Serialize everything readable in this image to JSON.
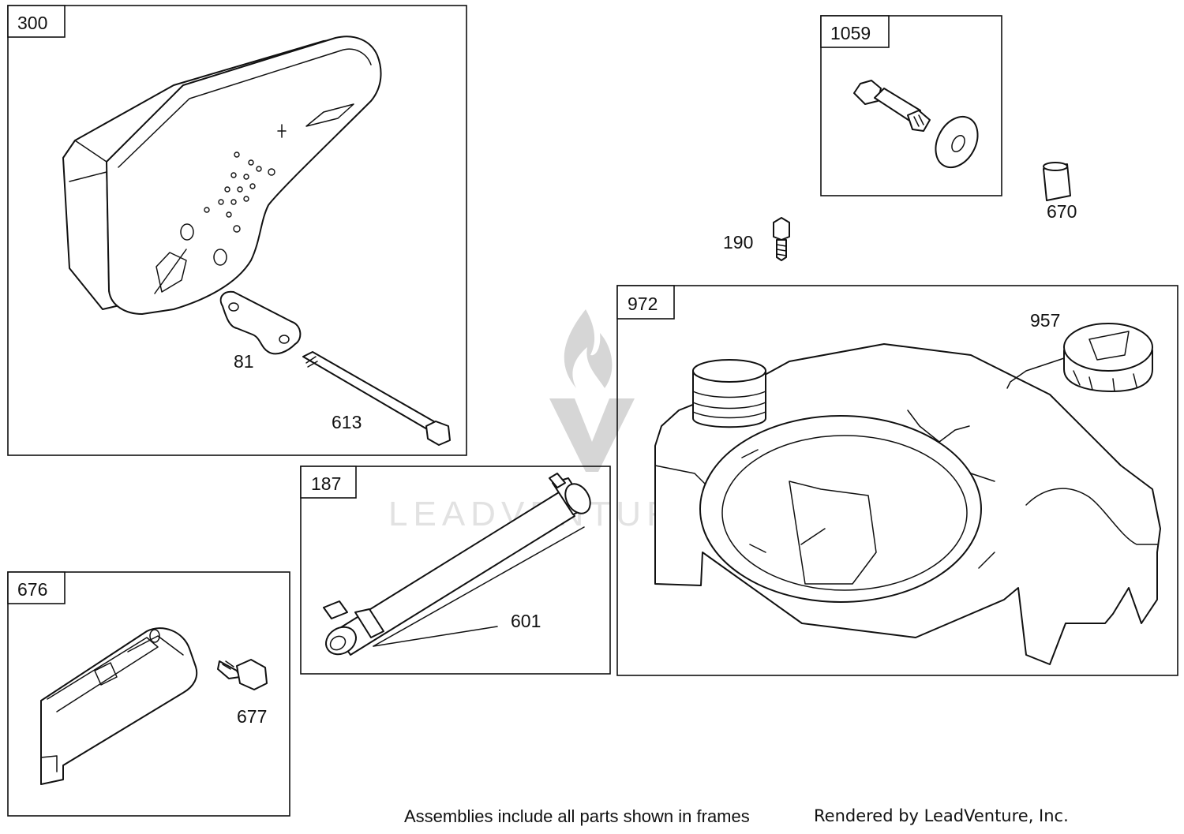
{
  "watermark": {
    "brand": "LEADVENTURE"
  },
  "frames": [
    {
      "id": "frame-300",
      "number": "300"
    },
    {
      "id": "frame-1059",
      "number": "1059"
    },
    {
      "id": "frame-972",
      "number": "972"
    },
    {
      "id": "frame-187",
      "number": "187"
    },
    {
      "id": "frame-676",
      "number": "676"
    }
  ],
  "callouts": {
    "c81": "81",
    "c613": "613",
    "c670": "670",
    "c190": "190",
    "c957": "957",
    "c601": "601",
    "c677": "677"
  },
  "footer": {
    "note": "Assemblies include all parts shown in frames",
    "credit": "Rendered by LeadVenture, Inc."
  }
}
